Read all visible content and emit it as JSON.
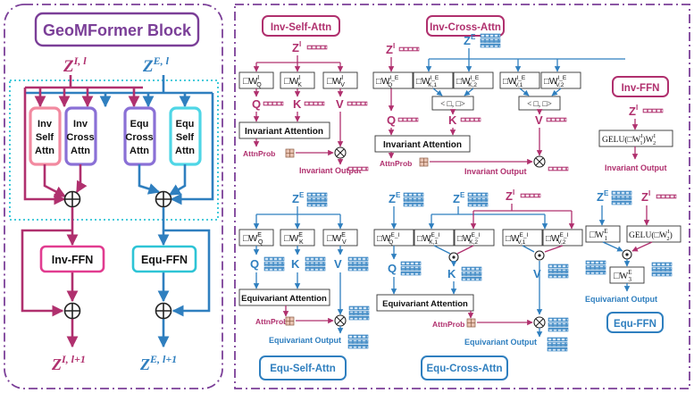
{
  "colors": {
    "purple": "#7b3f98",
    "magenta": "#b0306e",
    "blue": "#2f7fbf",
    "cyan": "#2ec4d6",
    "lavender": "#8a70d6",
    "pink": "#f28aa0",
    "aqua": "#4fd6e6"
  },
  "block": {
    "title": "GeoMFormer Block",
    "z_inv_in": "Z",
    "z_inv_in_sup": "I, l",
    "z_equ_in": "Z",
    "z_equ_in_sup": "E, l",
    "inv_self_attn": [
      "Inv",
      "Self",
      "Attn"
    ],
    "inv_cross_attn": [
      "Inv",
      "Cross",
      "Attn"
    ],
    "equ_cross_attn": [
      "Equ",
      "Cross",
      "Attn"
    ],
    "equ_self_attn": [
      "Equ",
      "Self",
      "Attn"
    ],
    "inv_ffn": "Inv-FFN",
    "equ_ffn": "Equ-FFN",
    "z_inv_out": "Z",
    "z_inv_out_sup": "I, l+1",
    "z_equ_out": "Z",
    "z_equ_out_sup": "E, l+1"
  },
  "inv_self": {
    "title": "Inv-Self-Attn",
    "input": "Z",
    "input_sup": "I",
    "wq": "□W",
    "wq_sup": "I",
    "wq_sub": "Q",
    "wk": "□W",
    "wk_sup": "I",
    "wk_sub": "K",
    "wv": "□W",
    "wv_sup": "I",
    "wv_sub": "V",
    "q": "Q",
    "k": "K",
    "v": "V",
    "attention": "Invariant Attention",
    "attnprob": "AttnProb",
    "output": "Invariant Output"
  },
  "inv_cross": {
    "title": "Inv-Cross-Attn",
    "z_i": "Z",
    "z_i_sup": "I",
    "z_e": "Z",
    "z_e_sup": "E",
    "wq": "□W",
    "wq_sup": "I_E",
    "wq_sub": "Q",
    "wk1": "□W",
    "wk1_sup": "I_E",
    "wk1_sub": "K,1",
    "wk2": "□W",
    "wk2_sup": "I_E",
    "wk2_sub": "K,2",
    "wv1": "□W",
    "wv1_sup": "I_E",
    "wv1_sub": "V,1",
    "wv2": "□W",
    "wv2_sup": "I_E",
    "wv2_sub": "V,2",
    "inner": "< □, □>",
    "q": "Q",
    "k": "K",
    "v": "V",
    "attention": "Invariant Attention",
    "attnprob": "AttnProb",
    "output": "Invariant Output"
  },
  "inv_ffn": {
    "title": "Inv-FFN",
    "input": "Z",
    "input_sup": "I",
    "gelu": "GELU(□W",
    "gelu_sup1": "I",
    "gelu_sub1": "1",
    "gelu_mid": ")W",
    "gelu_sup2": "I",
    "gelu_sub2": "2",
    "output": "Invariant Output"
  },
  "equ_self": {
    "title": "Equ-Self-Attn",
    "input": "Z",
    "input_sup": "E",
    "wq": "□W",
    "wq_sup": "E",
    "wq_sub": "Q",
    "wk": "□W",
    "wk_sup": "E",
    "wk_sub": "K",
    "wv": "□W",
    "wv_sup": "E",
    "wv_sub": "V",
    "q": "Q",
    "k": "K",
    "v": "V",
    "attention": "Equivariant Attention",
    "attnprob": "AttnProb",
    "output": "Equivariant Output"
  },
  "equ_cross": {
    "title": "Equ-Cross-Attn",
    "z_e1": "Z",
    "z_e1_sup": "E",
    "z_e2": "Z",
    "z_e2_sup": "E",
    "z_i": "Z",
    "z_i_sup": "I",
    "wq": "□W",
    "wq_sup": "E_I",
    "wq_sub": "Q",
    "wk1": "□W",
    "wk1_sup": "E_I",
    "wk1_sub": "K,1",
    "wk2": "□W",
    "wk2_sup": "E_I",
    "wk2_sub": "K,2",
    "wv1": "□W",
    "wv1_sup": "E_I",
    "wv1_sub": "V,1",
    "wv2": "□W",
    "wv2_sup": "E_I",
    "wv2_sub": "V,2",
    "q": "Q",
    "k": "K",
    "v": "V",
    "attention": "Equivariant Attention",
    "attnprob": "AttnProb",
    "output": "Equivariant Output"
  },
  "equ_ffn": {
    "title": "Equ-FFN",
    "z_e": "Z",
    "z_e_sup": "E",
    "z_i": "Z",
    "z_i_sup": "I",
    "w1": "□W",
    "w1_sup": "E",
    "w1_sub": "1",
    "gelu": "GELU(□W",
    "gelu_sup": "I",
    "gelu_sub": "2",
    "gelu_close": ")",
    "w3": "□W",
    "w3_sup": "E",
    "w3_sub": "3",
    "output": "Equivariant Output"
  }
}
